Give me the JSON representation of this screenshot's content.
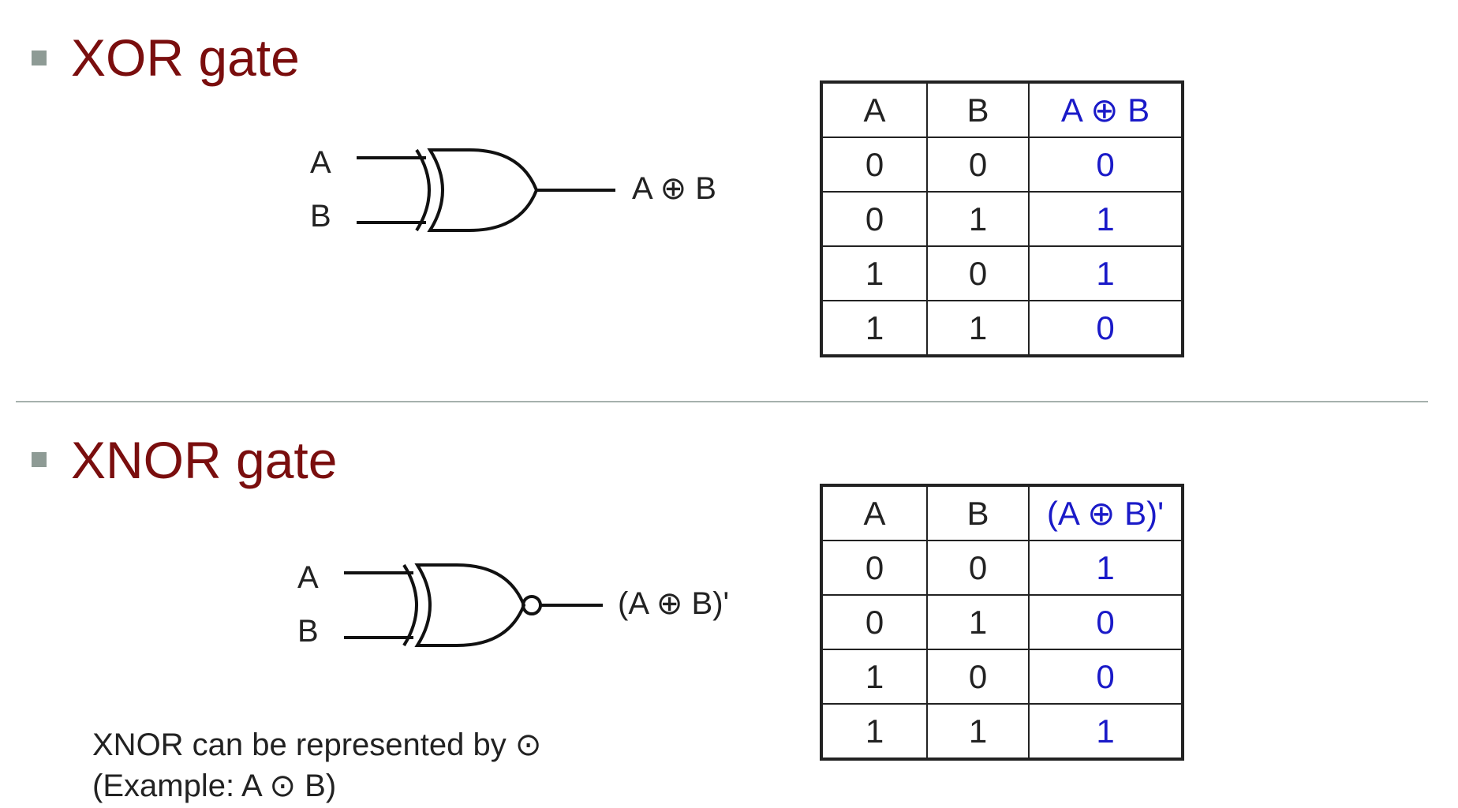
{
  "xor": {
    "heading": "XOR gate",
    "input_a": "A",
    "input_b": "B",
    "output": "A ⊕ B",
    "table": {
      "headers": [
        "A",
        "B",
        "A ⊕ B"
      ],
      "rows": [
        [
          "0",
          "0",
          "0"
        ],
        [
          "0",
          "1",
          "1"
        ],
        [
          "1",
          "0",
          "1"
        ],
        [
          "1",
          "1",
          "0"
        ]
      ]
    }
  },
  "xnor": {
    "heading": "XNOR gate",
    "input_a": "A",
    "input_b": "B",
    "output": "(A ⊕ B)'",
    "table": {
      "headers": [
        "A",
        "B",
        "(A ⊕ B)'"
      ],
      "rows": [
        [
          "0",
          "0",
          "1"
        ],
        [
          "0",
          "1",
          "0"
        ],
        [
          "1",
          "0",
          "0"
        ],
        [
          "1",
          "1",
          "1"
        ]
      ]
    },
    "note_line1": "XNOR can be represented by ⊙",
    "note_line2": "(Example: A ⊙ B)"
  },
  "colors": {
    "heading": "#7a0e0e",
    "output_column": "#1a1ac8",
    "bullet": "#8e9b95"
  }
}
